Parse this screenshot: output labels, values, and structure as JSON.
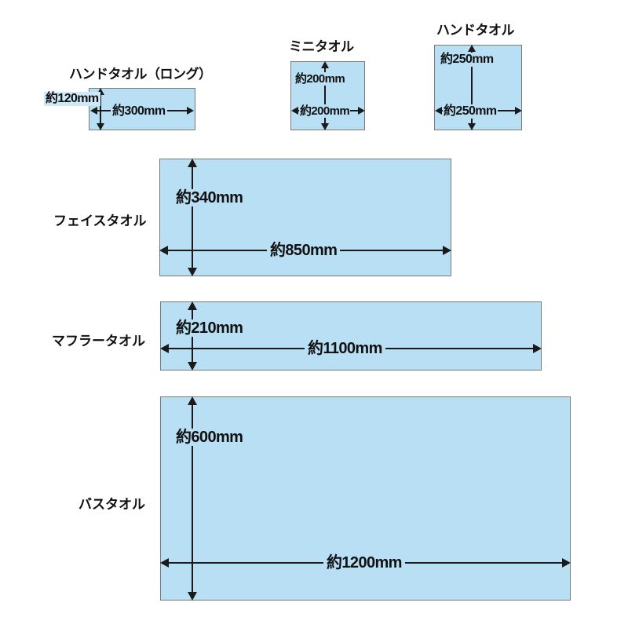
{
  "diagram": {
    "title_note": "",
    "colors": {
      "towel_fill": "#b9dff4",
      "towel_border": "#7a7a7a",
      "arrow": "#1a1a1a",
      "text": "#111111",
      "background": "#ffffff"
    },
    "items": [
      {
        "id": "hand-towel-long",
        "name": "ハンドタオル（ロング）",
        "label_position": "top",
        "width_label": "約300mm",
        "height_label": "約120mm",
        "width_mm": 300,
        "height_mm": 120
      },
      {
        "id": "mini-towel",
        "name": "ミニタオル",
        "label_position": "top",
        "width_label": "約200mm",
        "height_label": "約200mm",
        "width_mm": 200,
        "height_mm": 200
      },
      {
        "id": "hand-towel",
        "name": "ハンドタオル",
        "label_position": "top",
        "width_label": "約250mm",
        "height_label": "約250mm",
        "width_mm": 250,
        "height_mm": 250
      },
      {
        "id": "face-towel",
        "name": "フェイスタオル",
        "label_position": "left",
        "width_label": "約850mm",
        "height_label": "約340mm",
        "width_mm": 850,
        "height_mm": 340
      },
      {
        "id": "muffler-towel",
        "name": "マフラータオル",
        "label_position": "left",
        "width_label": "約1100mm",
        "height_label": "約210mm",
        "width_mm": 1100,
        "height_mm": 210
      },
      {
        "id": "bath-towel",
        "name": "バスタオル",
        "label_position": "left",
        "width_label": "約1200mm",
        "height_label": "約600mm",
        "width_mm": 1200,
        "height_mm": 600
      }
    ]
  }
}
